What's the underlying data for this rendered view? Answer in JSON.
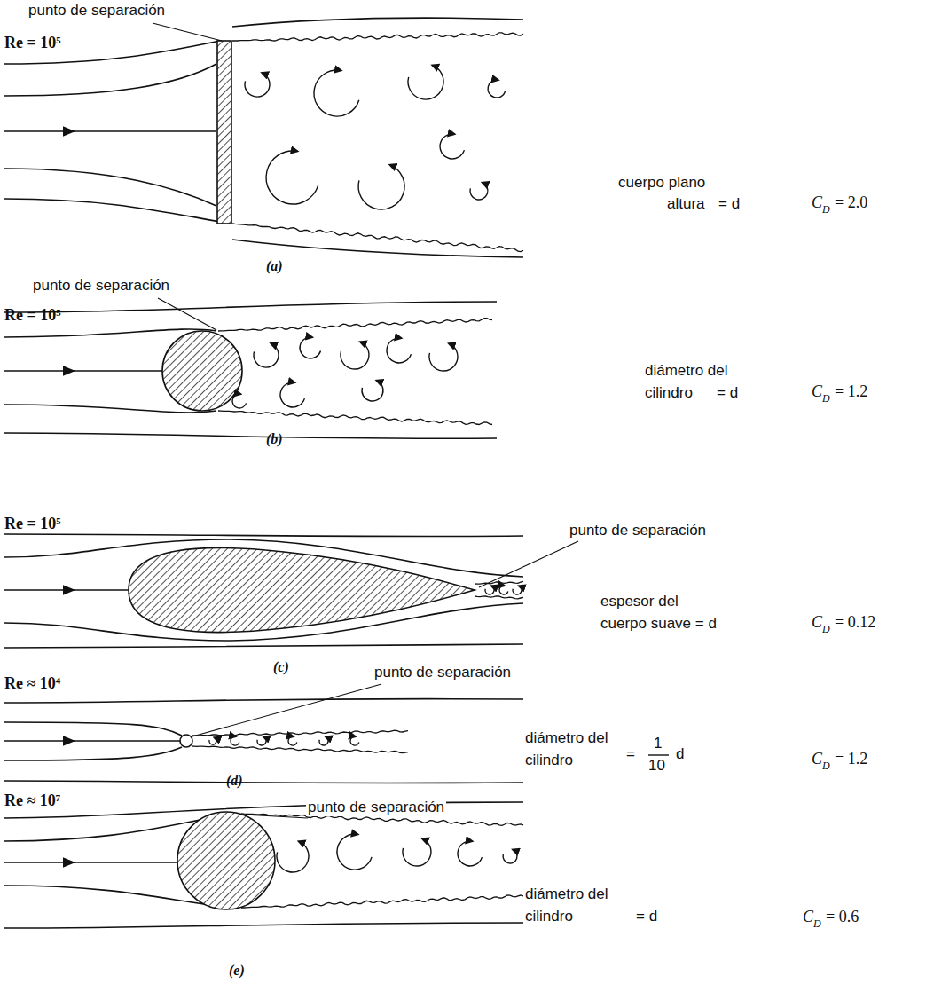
{
  "diagram": {
    "labels": [
      "punto de separación",
      "Re = 10⁵",
      "cuerpo plano",
      "altura",
      "= d",
      "C",
      "D",
      "= 2.0",
      "(a)",
      "punto de separación",
      "Re = 10⁵",
      "diámetro del",
      "cilindro",
      "= d",
      "C",
      "D",
      "= 1.2",
      "(b)",
      "Re = 10⁵",
      "punto de separación",
      "espesor del",
      "cuerpo suave = d",
      "C",
      "D",
      "= 0.12",
      "(c)",
      "punto de separación",
      "Re ≈ 10⁴",
      "diámetro del",
      "cilindro",
      "=",
      "1",
      "10",
      "d",
      "C",
      "D",
      "= 1.2",
      "(d)",
      "punto de separación",
      "Re ≈ 10⁷",
      "diámetro del",
      "cilindro",
      "= d",
      "C",
      "D",
      "= 0.6",
      "(e)"
    ]
  }
}
